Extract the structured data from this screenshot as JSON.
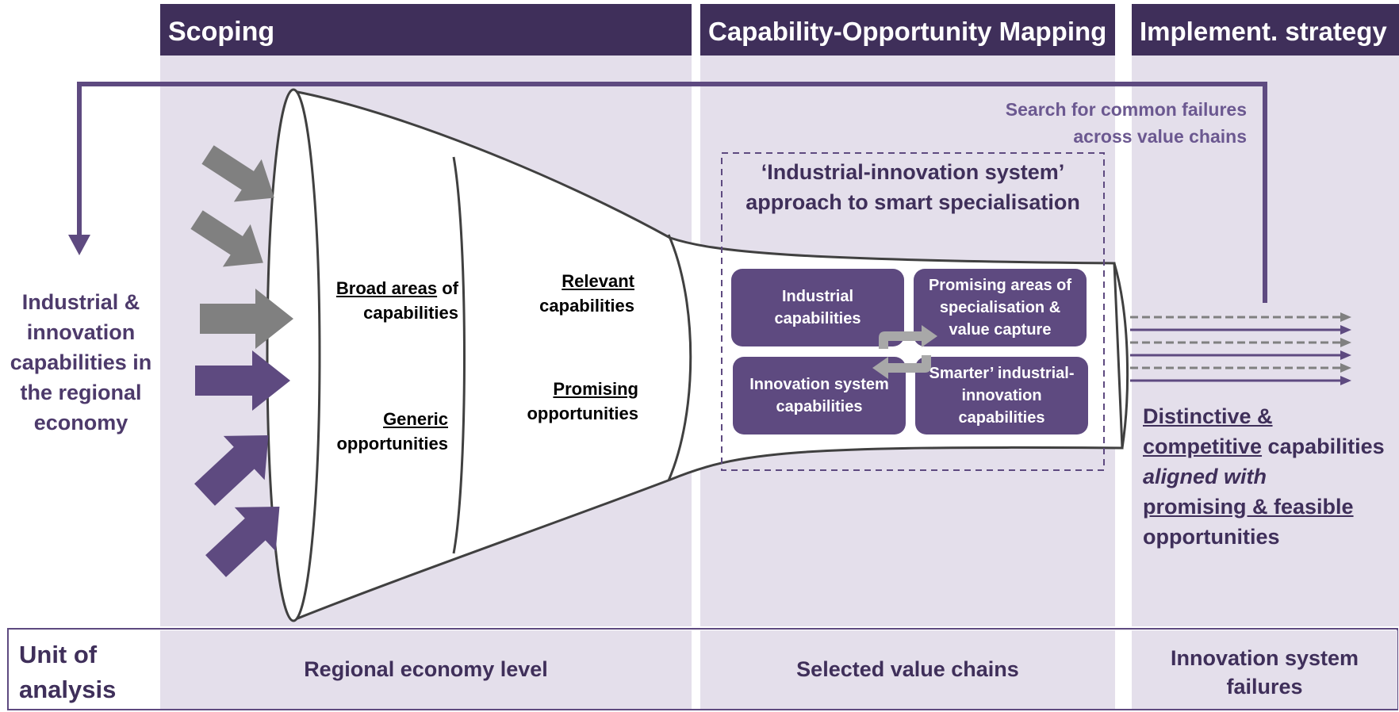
{
  "colors": {
    "header": "#3f2f5a",
    "column_bg": "#e4dfeb",
    "accent_purple": "#5e4a80",
    "arrow_gray": "#808080"
  },
  "headers": {
    "scoping": "Scoping",
    "mapping": "Capability-Opportunity Mapping",
    "implement": "Implement. strategy"
  },
  "left_label": "Industrial & innovation capabilities in the regional economy",
  "funnel": {
    "broad_areas": "Broad areas",
    "of": " of",
    "capabilities": "capabilities",
    "generic": "Generic",
    "opportunities": "opportunities",
    "relevant": "Relevant",
    "relevant_capabilities": "capabilities",
    "promising": "Promising",
    "promising_opportunities": "opportunities"
  },
  "feedback": {
    "line1": "Search for common failures",
    "line2": "across value chains"
  },
  "system": {
    "title_line1": "‘Industrial-innovation system’",
    "title_line2": "approach to smart specialisation",
    "box_industrial": "Industrial capabilities",
    "box_promising": "Promising areas of specialisation & value capture",
    "box_innovation": "Innovation system capabilities",
    "box_smarter": "Smarter’ industrial-innovation capabilities"
  },
  "result": {
    "distinctive": "Distinctive &",
    "competitive": "competitive",
    "capabilities": " capabilities",
    "aligned": "aligned with",
    "promising_feasible": "promising & feasible",
    "opportunities": "opportunities"
  },
  "bottom": {
    "unit": "Unit of analysis",
    "regional": "Regional economy level",
    "value_chains": "Selected value chains",
    "failures": "Innovation system failures"
  }
}
